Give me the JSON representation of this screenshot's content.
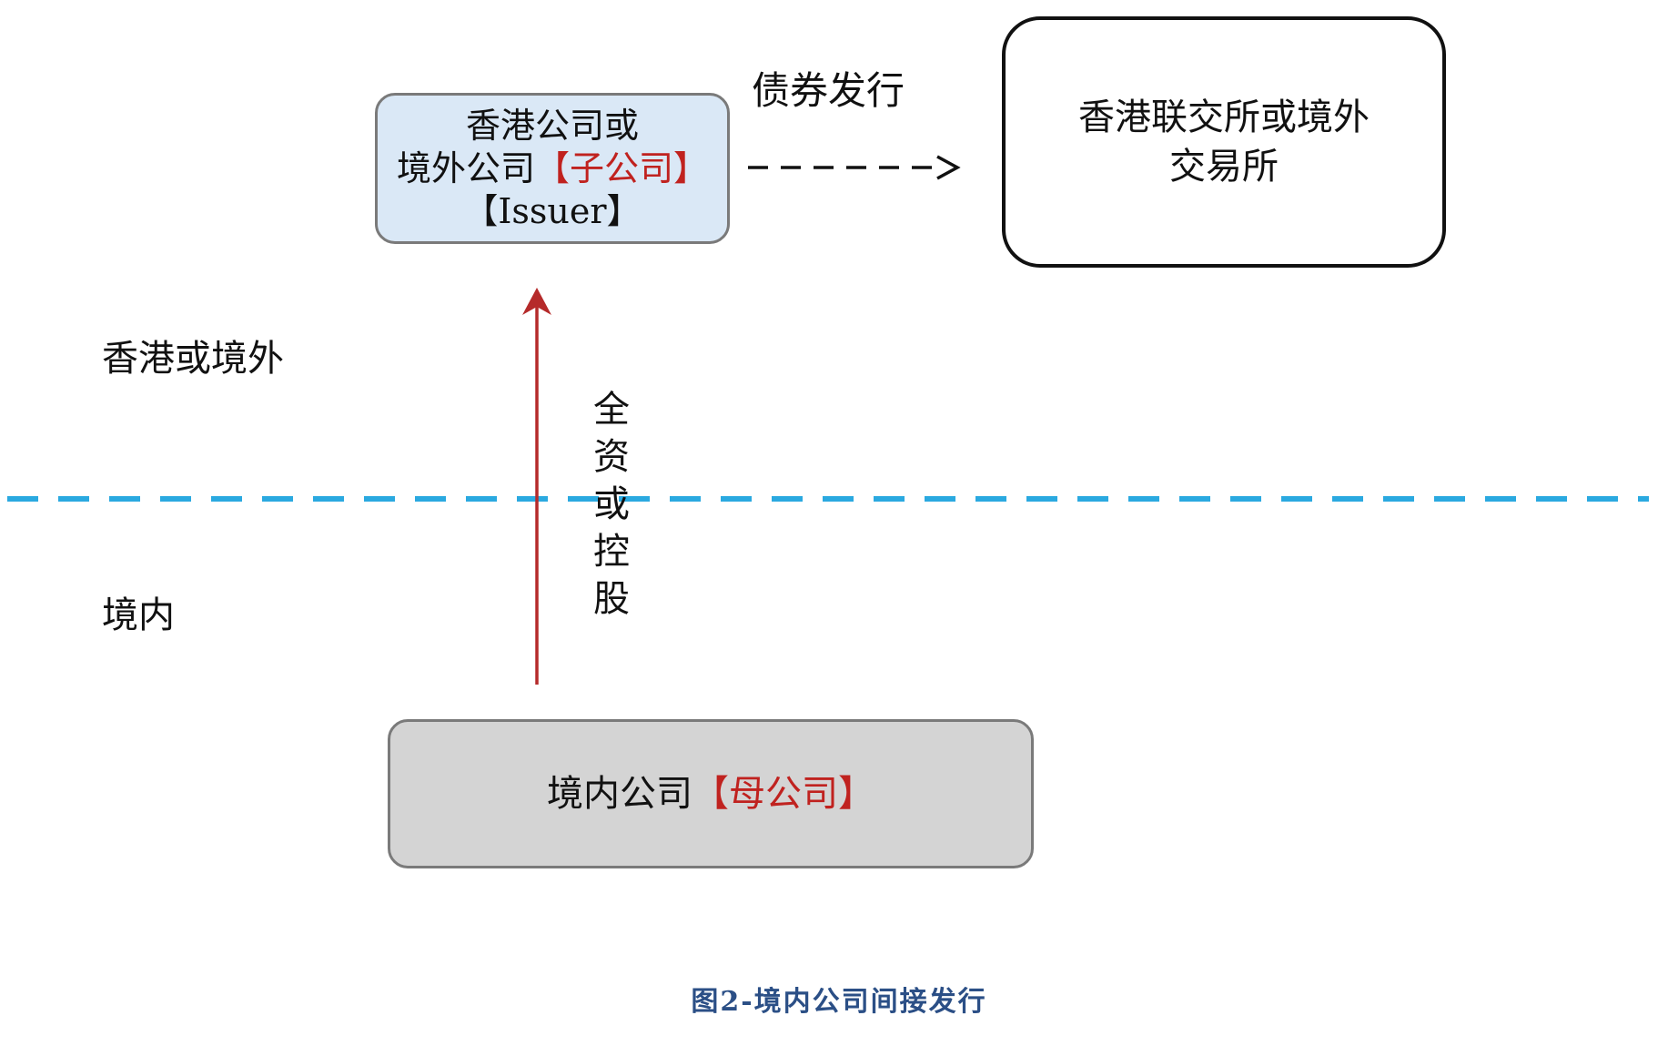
{
  "nodes": {
    "issuer": {
      "line1": "香港公司或",
      "line2_prefix": "境外公司",
      "line2_highlight": "【子公司】",
      "line3": "【Issuer】"
    },
    "exchange": {
      "line1": "香港联交所或境外",
      "line2": "交易所"
    },
    "parent": {
      "prefix": "境内公司",
      "highlight": "【母公司】"
    }
  },
  "edges": {
    "bond_issuance_label": "债券发行",
    "ownership_label": "全资或控股"
  },
  "regions": {
    "offshore_label": "香港或境外",
    "onshore_label": "境内"
  },
  "caption": "图2-境内公司间接发行",
  "colors": {
    "highlight_red": "#c0221f",
    "ownership_arrow": "#b52a2a",
    "boundary_line": "#2aa9e0",
    "caption_blue": "#2b4f86",
    "issuer_fill": "#dae8f6",
    "parent_fill": "#d4d4d4"
  }
}
